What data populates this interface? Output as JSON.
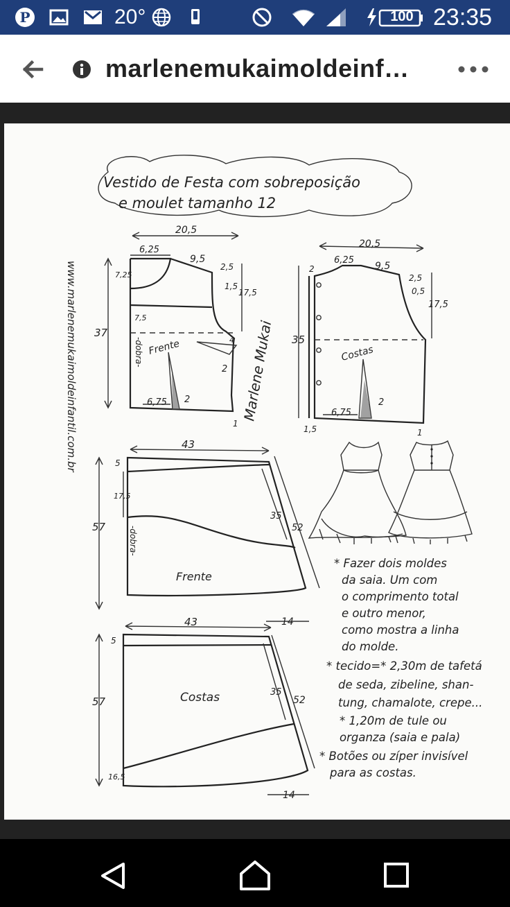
{
  "status_bar": {
    "temperature": "20°",
    "battery": "100",
    "time": "23:35",
    "icons": [
      "pinterest-icon",
      "image-icon",
      "gmail-icon",
      "globe-icon",
      "phone-icon",
      "do-not-disturb-icon",
      "wifi-icon",
      "signal-icon",
      "charging-battery-icon"
    ]
  },
  "browser": {
    "url": "marlenemukaimoldeinf…",
    "back_icon": "arrow-left-icon",
    "info_icon": "info-icon",
    "menu_icon": "more-horizontal-icon"
  },
  "pattern": {
    "title_line1": "Vestido de Festa com sobreposição",
    "title_line2": "e moulet tamanho 12",
    "website": "www.marlenemukaimoldeinfantil.com.br",
    "signature": "Marlene Mukai",
    "front_bodice": {
      "label": "Frente",
      "fold": "-dobra-",
      "width": "20,5",
      "shoulder_left": "6,25",
      "shoulder": "9,5",
      "dim_2_5": "2,5",
      "dim_7_25": "7,25",
      "dim_1_5": "1,5",
      "dim_17_5": "17,5",
      "dim_7_5": "7,5",
      "height": "37",
      "dim_4": "4",
      "dim_2a": "2",
      "dart_bottom": "6,75",
      "dim_2b": "2",
      "dim_1": "1"
    },
    "back_bodice": {
      "label": "Costas",
      "width": "20,5",
      "shoulder_left": "6,25",
      "shoulder": "9,5",
      "dim_2": "2",
      "dim_2_5": "2,5",
      "dim_0_5": "0,5",
      "dim_17_5": "17,5",
      "height": "35",
      "dart_bottom": "6,75",
      "dim_2b": "2",
      "dim_1_5": "1,5",
      "dim_1": "1"
    },
    "front_skirt": {
      "label": "Frente",
      "fold": "-dobra-",
      "width": "43",
      "top": "5",
      "mid": "17,5",
      "height": "57",
      "diag": "35",
      "side": "52",
      "hem": "14"
    },
    "back_skirt": {
      "label": "Costas",
      "width": "43",
      "top": "5",
      "height": "57",
      "diag": "35",
      "side": "52",
      "bottom_left": "16,5",
      "hem": "14"
    },
    "notes": [
      "* Fazer dois moldes",
      "da saia. Um com",
      "o comprimento total",
      "e outro menor,",
      "como mostra a linha",
      "do molde.",
      "* tecido=* 2,30m de tafetá",
      "de seda, zibeline, shan-",
      "tung, chamalote, crepe...",
      "* 1,20m de tule ou",
      "organza (saia e pala)",
      "* Botões ou zíper invisível",
      "para as costas."
    ]
  },
  "nav": {
    "icons": [
      "back-triangle-icon",
      "home-icon",
      "recents-square-icon"
    ]
  }
}
